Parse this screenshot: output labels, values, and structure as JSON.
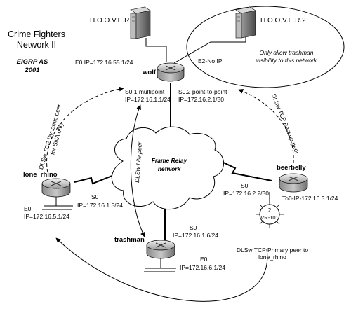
{
  "title": {
    "line1": "Crime Fighters",
    "line2": "Network II"
  },
  "subtitle": {
    "line1": "EIGRP AS",
    "line2": "2001"
  },
  "servers": {
    "hoover1": {
      "name": "H.O.O.V.E.R"
    },
    "hoover2": {
      "name": "H.O.O.V.E.R.2"
    }
  },
  "ellipse_note": {
    "line1": "Only allow trashman",
    "line2": "visibility to this network"
  },
  "frame_relay": {
    "line1": "Frame Relay",
    "line2": "network"
  },
  "routers": {
    "wolf": {
      "name": "wolf",
      "e0": "E0 IP=172.16.55.1/24",
      "e2": "E2-No IP",
      "s01_line1": "S0.1 multipoint",
      "s01_line2": "IP=172.16.1.1/24",
      "s02_line1": "S0.2 point-to-point",
      "s02_line2": "IP=172.16.2.1/30"
    },
    "lone_rhino": {
      "name": "lone_rhino",
      "e0_line1": "E0",
      "e0_line2": "IP=172.16.5.1/24",
      "s0_line1": "S0",
      "s0_line2": "IP=172.16.1.5/24"
    },
    "beerbelly": {
      "name": "beerbelly",
      "s0_line1": "S0",
      "s0_line2": "IP=172.16.2.2/30",
      "to0": "To0-IP-172.16.3.1/24"
    },
    "trashman": {
      "name": "trashman",
      "s0_line1": "S0",
      "s0_line2": "IP=172.16.1.6/24",
      "e0_line1": "E0",
      "e0_line2": "IP=172.16.6.1/24"
    }
  },
  "ring": {
    "num": "2",
    "vr": "VR-101"
  },
  "dlsw": {
    "dynamic_line1": "DLSw TCP Dynamic peer",
    "dynamic_line2": "for SNA only",
    "lite": "DLSw Lite peer",
    "backup": "DLSw TCP Backup peer",
    "primary_line1": "DLSw TCP Primary peer to",
    "primary_line2": "lone_rhino"
  }
}
